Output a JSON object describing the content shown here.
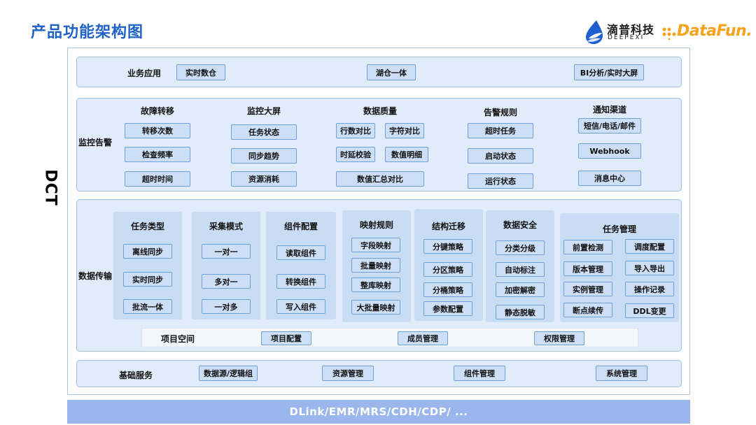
{
  "title": "产品功能架构图",
  "logos": {
    "deepexi_cn": "滴普科技",
    "deepexi_en": "DEEPEXI",
    "datafun": "DataFun."
  },
  "colors": {
    "title": "#1f62c8",
    "section_bg": "#e0ecfa",
    "chip_bg": "#ccdff6",
    "chip_border": "#6ea0da",
    "bottom_bar": "#9ab6ec",
    "datafun": "#f6a21b"
  },
  "side_label": "DCT",
  "business": {
    "label": "业务应用",
    "items": [
      "实时数仓",
      "湖仓一体",
      "BI分析/实时大屏"
    ]
  },
  "monitor": {
    "label": "监控告警",
    "groups": [
      {
        "title": "故障转移",
        "items": [
          "转移次数",
          "检查频率",
          "超时时间"
        ]
      },
      {
        "title": "监控大屏",
        "items": [
          "任务状态",
          "同步趋势",
          "资源消耗"
        ]
      },
      {
        "title": "数据质量",
        "items": [
          "行数对比",
          "字符对比",
          "时延校验",
          "数值明细",
          "数值汇总对比"
        ]
      },
      {
        "title": "告警规则",
        "items": [
          "超时任务",
          "启动状态",
          "运行状态"
        ]
      },
      {
        "title": "通知渠道",
        "items": [
          "短信/电话/邮件",
          "Webhook",
          "消息中心"
        ]
      }
    ]
  },
  "transfer": {
    "label": "数据传输",
    "groups": [
      {
        "title": "任务类型",
        "items": [
          "离线同步",
          "实时同步",
          "批流一体"
        ]
      },
      {
        "title": "采集模式",
        "items": [
          "一对一",
          "多对一",
          "一对多"
        ]
      },
      {
        "title": "组件配置",
        "items": [
          "读取组件",
          "转换组件",
          "写入组件"
        ]
      },
      {
        "title": "映射规则",
        "items": [
          "字段映射",
          "批量映射",
          "整库映射",
          "大批量映射"
        ]
      },
      {
        "title": "结构迁移",
        "items": [
          "分键策略",
          "分区策略",
          "分桶策略",
          "参数配置"
        ]
      },
      {
        "title": "数据安全",
        "items": [
          "分类分级",
          "自动标注",
          "加密解密",
          "静态脱敏"
        ]
      },
      {
        "title": "任务管理",
        "items": [
          "前置检测",
          "调度配置",
          "版本管理",
          "导入导出",
          "实例管理",
          "操作记录",
          "断点续传",
          "DDL变更"
        ]
      }
    ],
    "project": {
      "label": "项目空间",
      "items": [
        "项目配置",
        "成员管理",
        "权限管理"
      ]
    }
  },
  "base": {
    "label": "基础服务",
    "items": [
      "数据源/逻辑组",
      "资源管理",
      "组件管理",
      "系统管理"
    ]
  },
  "platforms": "DLink/EMR/MRS/CDH/CDP/ ..."
}
